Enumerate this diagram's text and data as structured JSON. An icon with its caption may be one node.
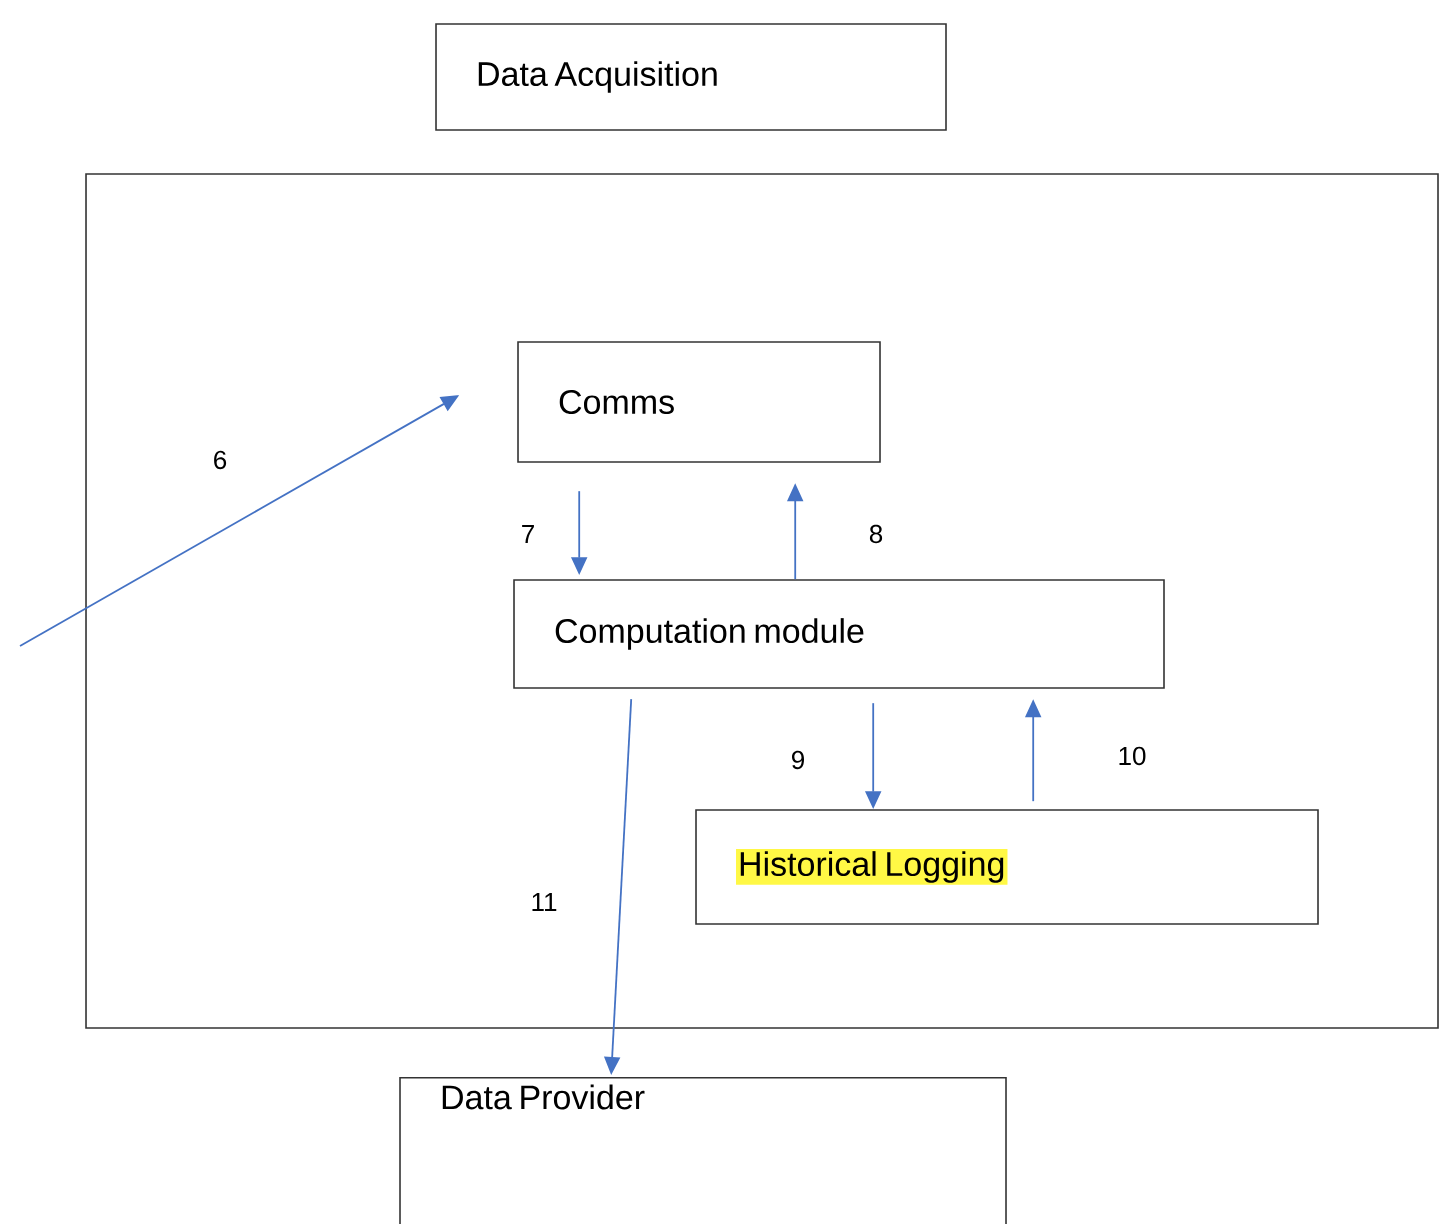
{
  "diagram": {
    "nodes": [
      {
        "text": [
          "Data Acquisition"
        ]
      },
      {
        "text": [],
        "shape": "box"
      },
      {
        "text": [
          "Comms"
        ],
        "in": 1
      },
      {
        "text": [
          "Computation module"
        ],
        "in": 1
      },
      {
        "text": [
          "Historical Logging"
        ],
        "in": 1
      },
      {
        "text": [
          "Data Provider"
        ]
      }
    ],
    "edges": [
      {
        "from": null,
        "to": 2,
        "arrow": "to",
        "label": "6"
      },
      {
        "from": 2,
        "to": 3,
        "arrow": "to",
        "label": "7"
      },
      {
        "from": 3,
        "to": 2,
        "arrow": "to",
        "label": "8"
      },
      {
        "from": 3,
        "to": 4,
        "arrow": "to",
        "label": "9"
      },
      {
        "from": 4,
        "to": 3,
        "arrow": "to",
        "label": "10"
      },
      {
        "from": 3,
        "to": 5,
        "arrow": "to",
        "label": "11"
      }
    ]
  }
}
